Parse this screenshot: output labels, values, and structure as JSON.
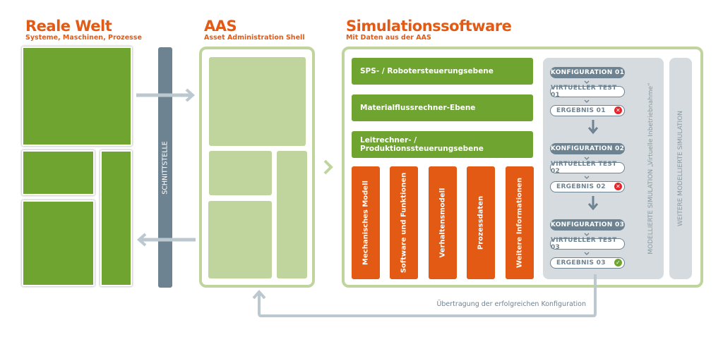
{
  "sections": {
    "real_world": {
      "title": "Reale Welt",
      "subtitle": "Systeme, Maschinen, Prozesse"
    },
    "aas": {
      "title": "AAS",
      "subtitle": "Asset Administration Shell"
    },
    "simulation": {
      "title": "Simulationssoftware",
      "subtitle": "Mit Daten aus der AAS"
    }
  },
  "interface_label": "SCHNITTSTELLE",
  "levels": [
    "SPS- / Robotersteuerungsebene",
    "Materialflussrechner-Ebene",
    "Leitrechner- / Produktionssteuerungsebene"
  ],
  "data_columns": [
    "Mechanisches Modell",
    "Software und Funktionen",
    "Verhaltensmodell",
    "Prozessdaten",
    "Weitere Informationen"
  ],
  "iterations": [
    {
      "config": "KONFIGURATION 01",
      "test": "VIRTUELLER TEST 01",
      "result": "ERGEBNIS 01",
      "status": "fail",
      "status_icon": "✕"
    },
    {
      "config": "KONFIGURATION 02",
      "test": "VIRTUELLER TEST 02",
      "result": "ERGEBNIS 02",
      "status": "fail",
      "status_icon": "✕"
    },
    {
      "config": "KONFIGURATION 03",
      "test": "VIRTUELLER TEST 03",
      "result": "ERGEBNIS 03",
      "status": "success",
      "status_icon": "✓"
    }
  ],
  "modelled_simulation_label": "MODELLIERTE SIMULATION „Virtuelle Inbetriebnahme“",
  "further_simulation_label": "WEITERE MODELLIERTE SIMULATION",
  "transfer_label": "Übertragung der erfolgreichen Konfiguration",
  "colors": {
    "orange": "#e35a14",
    "green": "#6fa431",
    "light_green": "#c0d59d",
    "slate": "#6e8391",
    "fail": "#e3262b",
    "success": "#6fa431"
  }
}
